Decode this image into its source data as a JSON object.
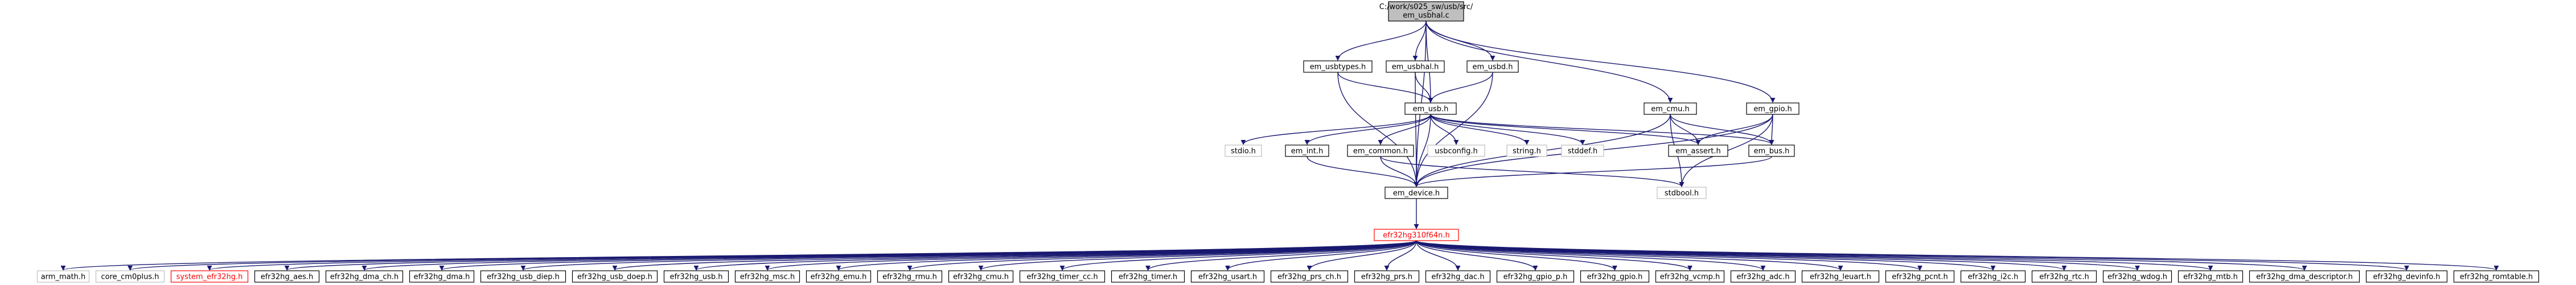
{
  "graph": {
    "nodes": [
      {
        "id": "root",
        "label": "C:/work/s025_sw/usb/src/em_usbhal.c",
        "style": "root"
      },
      {
        "id": "usbtypes",
        "label": "em_usbtypes.h",
        "style": "normal"
      },
      {
        "id": "usbhal",
        "label": "em_usbhal.h",
        "style": "normal"
      },
      {
        "id": "usbd",
        "label": "em_usbd.h",
        "style": "normal"
      },
      {
        "id": "usb",
        "label": "em_usb.h",
        "style": "normal"
      },
      {
        "id": "cmu_h",
        "label": "em_cmu.h",
        "style": "normal"
      },
      {
        "id": "gpio_h",
        "label": "em_gpio.h",
        "style": "normal"
      },
      {
        "id": "stdio",
        "label": "stdio.h",
        "style": "ext"
      },
      {
        "id": "int",
        "label": "em_int.h",
        "style": "normal"
      },
      {
        "id": "common",
        "label": "em_common.h",
        "style": "normal"
      },
      {
        "id": "usbconfig",
        "label": "usbconfig.h",
        "style": "ext"
      },
      {
        "id": "string",
        "label": "string.h",
        "style": "ext"
      },
      {
        "id": "stddef",
        "label": "stddef.h",
        "style": "ext"
      },
      {
        "id": "assert",
        "label": "em_assert.h",
        "style": "normal"
      },
      {
        "id": "bus",
        "label": "em_bus.h",
        "style": "normal"
      },
      {
        "id": "device",
        "label": "em_device.h",
        "style": "normal"
      },
      {
        "id": "stdbool",
        "label": "stdbool.h",
        "style": "ext"
      },
      {
        "id": "efr32",
        "label": "efr32hg310f64n.h",
        "style": "red"
      },
      {
        "id": "arm_math",
        "label": "arm_math.h",
        "style": "ext"
      },
      {
        "id": "core_cm0plus",
        "label": "core_cm0plus.h",
        "style": "ext"
      },
      {
        "id": "system",
        "label": "system_efr32hg.h",
        "style": "red"
      },
      {
        "id": "aes",
        "label": "efr32hg_aes.h",
        "style": "normal"
      },
      {
        "id": "dma_ch",
        "label": "efr32hg_dma_ch.h",
        "style": "normal"
      },
      {
        "id": "dma",
        "label": "efr32hg_dma.h",
        "style": "normal"
      },
      {
        "id": "usb_diep",
        "label": "efr32hg_usb_diep.h",
        "style": "normal"
      },
      {
        "id": "usb_doep",
        "label": "efr32hg_usb_doep.h",
        "style": "normal"
      },
      {
        "id": "usbp",
        "label": "efr32hg_usb.h",
        "style": "normal"
      },
      {
        "id": "msc",
        "label": "efr32hg_msc.h",
        "style": "normal"
      },
      {
        "id": "emu",
        "label": "efr32hg_emu.h",
        "style": "normal"
      },
      {
        "id": "rmu",
        "label": "efr32hg_rmu.h",
        "style": "normal"
      },
      {
        "id": "cmu",
        "label": "efr32hg_cmu.h",
        "style": "normal"
      },
      {
        "id": "timer_cc",
        "label": "efr32hg_timer_cc.h",
        "style": "normal"
      },
      {
        "id": "timer",
        "label": "efr32hg_timer.h",
        "style": "normal"
      },
      {
        "id": "usart",
        "label": "efr32hg_usart.h",
        "style": "normal"
      },
      {
        "id": "prs_ch",
        "label": "efr32hg_prs_ch.h",
        "style": "normal"
      },
      {
        "id": "prs",
        "label": "efr32hg_prs.h",
        "style": "normal"
      },
      {
        "id": "dac",
        "label": "efr32hg_dac.h",
        "style": "normal"
      },
      {
        "id": "gpio_p",
        "label": "efr32hg_gpio_p.h",
        "style": "normal"
      },
      {
        "id": "gpio",
        "label": "efr32hg_gpio.h",
        "style": "normal"
      },
      {
        "id": "vcmp",
        "label": "efr32hg_vcmp.h",
        "style": "normal"
      },
      {
        "id": "adc",
        "label": "efr32hg_adc.h",
        "style": "normal"
      },
      {
        "id": "leuart",
        "label": "efr32hg_leuart.h",
        "style": "normal"
      },
      {
        "id": "pcnt",
        "label": "efr32hg_pcnt.h",
        "style": "normal"
      },
      {
        "id": "i2c",
        "label": "efr32hg_i2c.h",
        "style": "normal"
      },
      {
        "id": "rtc",
        "label": "efr32hg_rtc.h",
        "style": "normal"
      },
      {
        "id": "wdog",
        "label": "efr32hg_wdog.h",
        "style": "normal"
      },
      {
        "id": "mtb",
        "label": "efr32hg_mtb.h",
        "style": "normal"
      },
      {
        "id": "dma_desc",
        "label": "efr32hg_dma_descriptor.h",
        "style": "normal"
      },
      {
        "id": "devinfo",
        "label": "efr32hg_devinfo.h",
        "style": "normal"
      },
      {
        "id": "romtable",
        "label": "efr32hg_romtable.h",
        "style": "normal"
      }
    ],
    "edges": [
      [
        "root",
        "usbtypes"
      ],
      [
        "root",
        "usbhal"
      ],
      [
        "root",
        "usbd"
      ],
      [
        "root",
        "usb"
      ],
      [
        "root",
        "cmu_h"
      ],
      [
        "root",
        "gpio_h"
      ],
      [
        "root",
        "device"
      ],
      [
        "usbtypes",
        "usb"
      ],
      [
        "usbtypes",
        "device"
      ],
      [
        "usbhal",
        "usb"
      ],
      [
        "usbhal",
        "device"
      ],
      [
        "usbd",
        "usb"
      ],
      [
        "usbd",
        "device"
      ],
      [
        "usb",
        "stdio"
      ],
      [
        "usb",
        "int"
      ],
      [
        "usb",
        "common"
      ],
      [
        "usb",
        "usbconfig"
      ],
      [
        "usb",
        "string"
      ],
      [
        "usb",
        "stddef"
      ],
      [
        "usb",
        "assert"
      ],
      [
        "usb",
        "bus"
      ],
      [
        "usb",
        "device"
      ],
      [
        "int",
        "device"
      ],
      [
        "common",
        "device"
      ],
      [
        "common",
        "stdbool"
      ],
      [
        "cmu_h",
        "assert"
      ],
      [
        "cmu_h",
        "bus"
      ],
      [
        "cmu_h",
        "device"
      ],
      [
        "cmu_h",
        "stdbool"
      ],
      [
        "gpio_h",
        "assert"
      ],
      [
        "gpio_h",
        "bus"
      ],
      [
        "gpio_h",
        "device"
      ],
      [
        "gpio_h",
        "stdbool"
      ],
      [
        "bus",
        "device"
      ],
      [
        "device",
        "efr32"
      ],
      [
        "efr32",
        "arm_math"
      ],
      [
        "efr32",
        "core_cm0plus"
      ],
      [
        "efr32",
        "system"
      ],
      [
        "efr32",
        "aes"
      ],
      [
        "efr32",
        "dma_ch"
      ],
      [
        "efr32",
        "dma"
      ],
      [
        "efr32",
        "usb_diep"
      ],
      [
        "efr32",
        "usb_doep"
      ],
      [
        "efr32",
        "usbp"
      ],
      [
        "efr32",
        "msc"
      ],
      [
        "efr32",
        "emu"
      ],
      [
        "efr32",
        "rmu"
      ],
      [
        "efr32",
        "cmu"
      ],
      [
        "efr32",
        "timer_cc"
      ],
      [
        "efr32",
        "timer"
      ],
      [
        "efr32",
        "usart"
      ],
      [
        "efr32",
        "prs_ch"
      ],
      [
        "efr32",
        "prs"
      ],
      [
        "efr32",
        "dac"
      ],
      [
        "efr32",
        "gpio_p"
      ],
      [
        "efr32",
        "gpio"
      ],
      [
        "efr32",
        "vcmp"
      ],
      [
        "efr32",
        "adc"
      ],
      [
        "efr32",
        "leuart"
      ],
      [
        "efr32",
        "pcnt"
      ],
      [
        "efr32",
        "i2c"
      ],
      [
        "efr32",
        "rtc"
      ],
      [
        "efr32",
        "wdog"
      ],
      [
        "efr32",
        "mtb"
      ],
      [
        "efr32",
        "dma_desc"
      ],
      [
        "efr32",
        "devinfo"
      ],
      [
        "efr32",
        "romtable"
      ]
    ]
  }
}
